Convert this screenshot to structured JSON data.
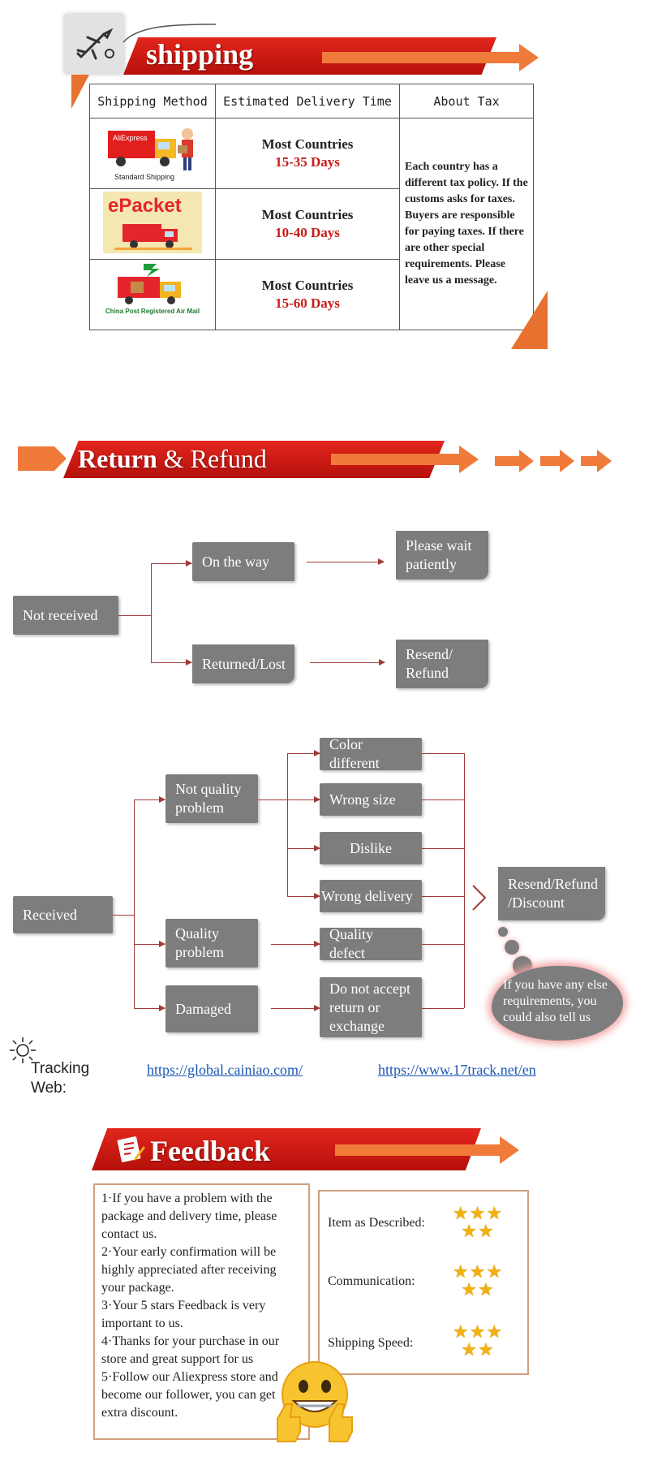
{
  "shipping": {
    "title": "shipping",
    "columns": [
      "Shipping Method",
      "Estimated Delivery Time",
      "About Tax"
    ],
    "rows": [
      {
        "logo_text": "AliExpress",
        "logo_caption": "Standard Shipping",
        "countries": "Most Countries",
        "days": "15-35 Days"
      },
      {
        "logo_text": "ePacket",
        "logo_caption": "",
        "countries": "Most Countries",
        "days": "10-40 Days"
      },
      {
        "logo_text": "",
        "logo_caption": "China Post Registered Air Mail",
        "countries": "Most Countries",
        "days": "15-60 Days"
      }
    ],
    "tax_text": "Each country has a different tax policy. If the customs asks for taxes. Buyers are responsible for paying taxes. If there are other special requirements. Please leave us a message."
  },
  "return": {
    "title_bold": "Return",
    "title_rest": "& Refund",
    "not_received": {
      "root": "Not received",
      "branch1": "On the way",
      "result1": "Please wait patiently",
      "branch2": "Returned/Lost",
      "result2": "Resend/ Refund"
    },
    "received": {
      "root": "Received",
      "not_quality": "Not quality problem",
      "quality": "Quality problem",
      "damaged": "Damaged",
      "color_different": "Color different",
      "wrong_size": "Wrong size",
      "dislike": "Dislike",
      "wrong_delivery": "Wrong delivery",
      "quality_defect": "Quality defect",
      "no_return": "Do not accept return or exchange",
      "result": "Resend/Refund /Discount",
      "cloud": "If you have any else requirements, you could also tell us"
    }
  },
  "tracking": {
    "label": "Tracking",
    "label2": "Web:",
    "link1": "https://global.cainiao.com/",
    "link2": "https://www.17track.net/en"
  },
  "feedback": {
    "title": "Feedback",
    "items": [
      "1·If you have a problem with the package and delivery time, please contact us.",
      "2·Your early confirmation will be highly appreciated after receiving your package.",
      "3·Your 5 stars Feedback is very important to us.",
      "4·Thanks for your purchase in our store and great support for us",
      "5·Follow our Aliexpress store and become our follower, you can get extra discount."
    ],
    "ratings": [
      {
        "label": "Item as Described:",
        "stars": 5
      },
      {
        "label": "Communication:",
        "stars": 5
      },
      {
        "label": "Shipping Speed:",
        "stars": 5
      }
    ]
  },
  "colors": {
    "banner_red": "#c8150f",
    "accent_orange": "#ef7a3a",
    "box_gray": "#7d7d7d",
    "days_red": "#c51b14",
    "link_blue": "#1a57b3",
    "star_gold": "#f2b10d"
  }
}
